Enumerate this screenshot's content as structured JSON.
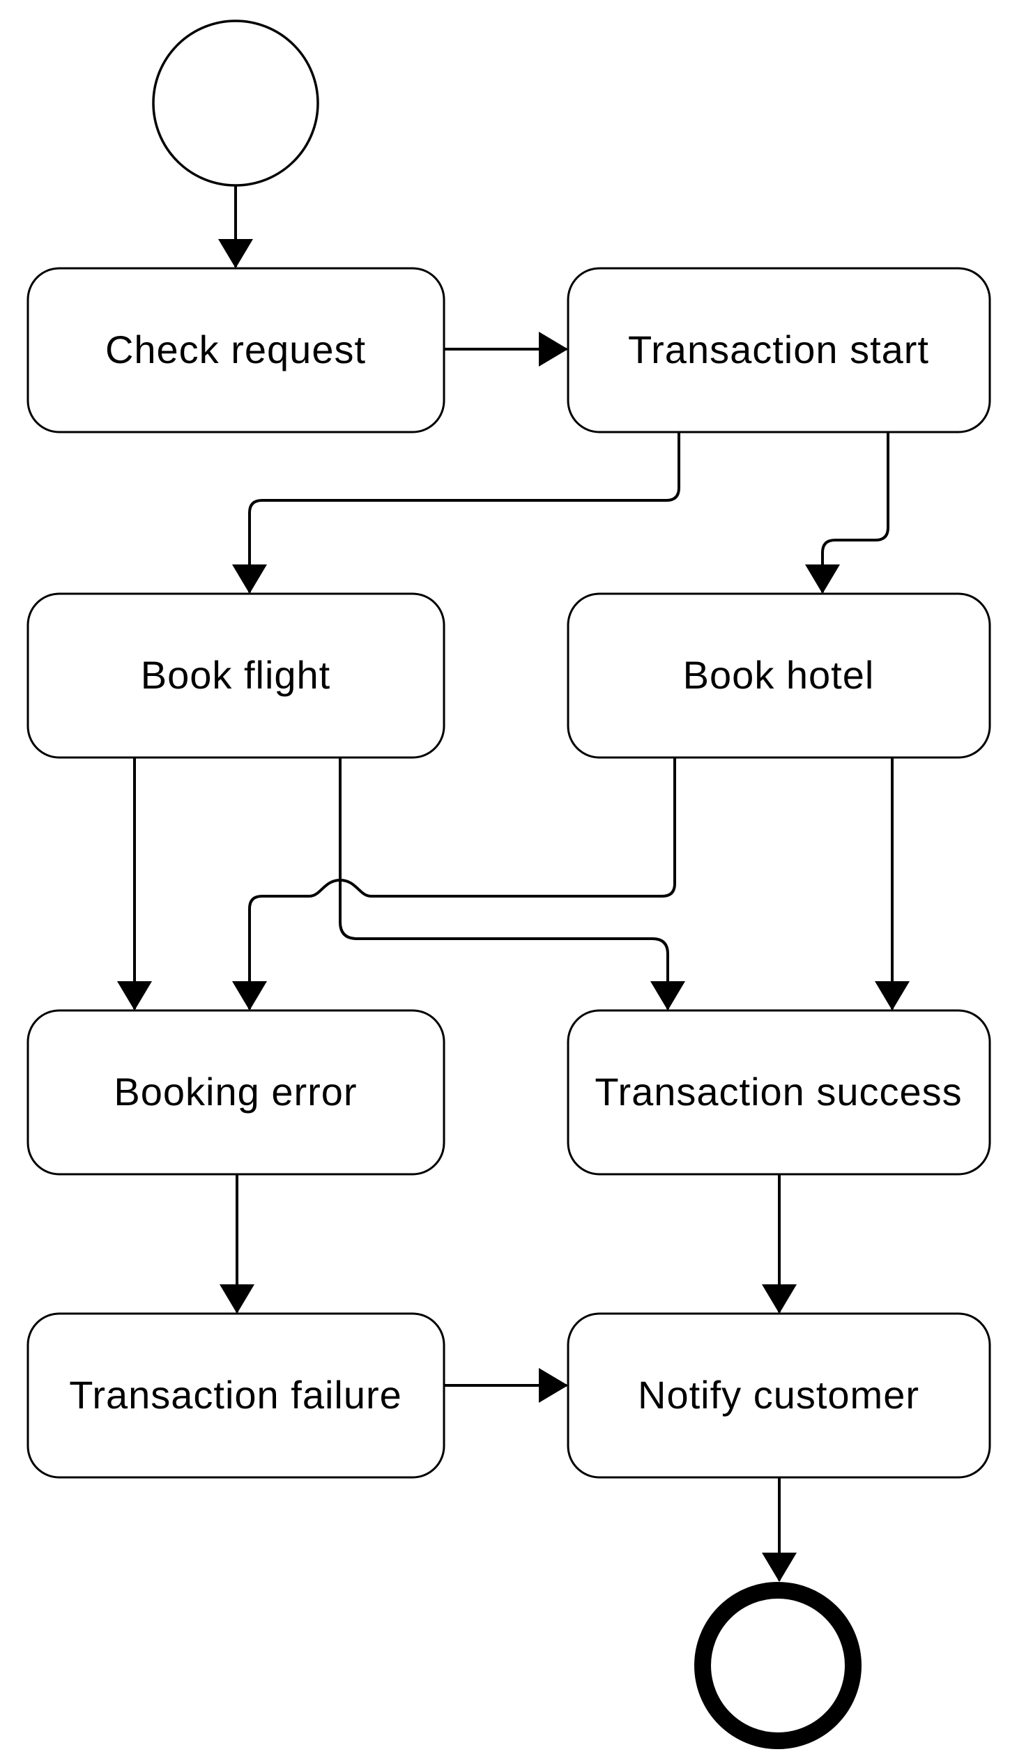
{
  "diagram": {
    "kind": "bpmn-flowchart",
    "background_color": "#ffffff",
    "line_color": "#000000",
    "node_fill_color": "#ffffff",
    "nodes": {
      "start": {
        "type": "start-event",
        "shape": "thin-circle",
        "label": ""
      },
      "check_request": {
        "type": "task",
        "label": "Check request"
      },
      "transaction_start": {
        "type": "task",
        "label": "Transaction start"
      },
      "book_flight": {
        "type": "task",
        "label": "Book flight"
      },
      "book_hotel": {
        "type": "task",
        "label": "Book hotel"
      },
      "booking_error": {
        "type": "task",
        "label": "Booking error"
      },
      "transaction_success": {
        "type": "task",
        "label": "Transaction success"
      },
      "transaction_failure": {
        "type": "task",
        "label": "Transaction failure"
      },
      "notify_customer": {
        "type": "task",
        "label": "Notify customer"
      },
      "end": {
        "type": "end-event",
        "shape": "thick-circle",
        "label": ""
      }
    },
    "edges": [
      {
        "from": "start",
        "to": "check_request"
      },
      {
        "from": "check_request",
        "to": "transaction_start"
      },
      {
        "from": "transaction_start",
        "to": "book_flight"
      },
      {
        "from": "transaction_start",
        "to": "book_hotel"
      },
      {
        "from": "book_flight",
        "to": "booking_error"
      },
      {
        "from": "book_flight",
        "to": "transaction_success"
      },
      {
        "from": "book_hotel",
        "to": "booking_error"
      },
      {
        "from": "book_hotel",
        "to": "transaction_success"
      },
      {
        "from": "booking_error",
        "to": "transaction_failure"
      },
      {
        "from": "transaction_success",
        "to": "notify_customer"
      },
      {
        "from": "transaction_failure",
        "to": "notify_customer"
      },
      {
        "from": "notify_customer",
        "to": "end"
      }
    ]
  }
}
